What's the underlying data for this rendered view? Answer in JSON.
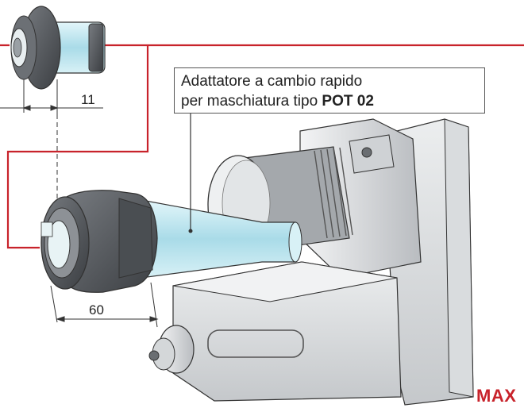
{
  "callout": {
    "line1": "Adattatore a cambio rapido",
    "line2_prefix": "per maschiatura tipo ",
    "line2_bold": "POT 02"
  },
  "dimensions": {
    "small_adapter": "11",
    "large_adapter": "60"
  },
  "brand": "MAX",
  "colors": {
    "frame_line": "#c8232b",
    "adapter_fill": "#bfe6ef",
    "metal_dark": "#5a5e62",
    "metal_light": "#e4e6e8"
  }
}
